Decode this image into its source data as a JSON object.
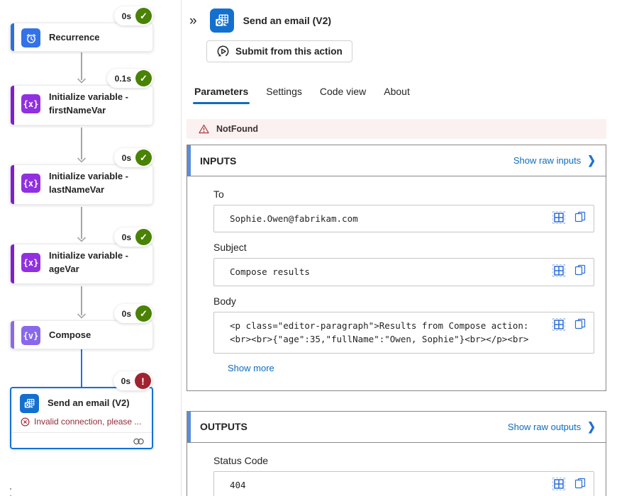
{
  "colors": {
    "brand_blue": "#0f6cbd",
    "selected_border_blue": "#1171d6",
    "recurrence_blue": "#3372e8",
    "variable_purple": "#9130e0",
    "compose_purple": "#8968ec",
    "outlook_blue": "#1470ce",
    "success_green": "#498205",
    "error_red": "#9f2430",
    "error_text": "#8f2b3a",
    "banner_bg": "#fbf1f1",
    "section_accent": "#5b8dd9"
  },
  "flow": {
    "nodes": [
      {
        "label": "Recurrence",
        "duration": "0s",
        "status": "success",
        "icon": "alarm-clock",
        "check": "✓"
      },
      {
        "label": "Initialize variable - firstNameVar",
        "duration": "0.1s",
        "status": "success",
        "icon_glyph": "{x}",
        "check": "✓"
      },
      {
        "label": "Initialize variable - lastNameVar",
        "duration": "0s",
        "status": "success",
        "icon_glyph": "{x}",
        "check": "✓"
      },
      {
        "label": "Initialize variable - ageVar",
        "duration": "0s",
        "status": "success",
        "icon_glyph": "{x}",
        "check": "✓"
      },
      {
        "label": "Compose",
        "duration": "0s",
        "status": "success",
        "icon_glyph": "{v}",
        "check": "✓"
      },
      {
        "label": "Send an email (V2)",
        "duration": "0s",
        "status": "error",
        "error_badge": "!",
        "error_message": "Invalid connection, please ..."
      }
    ]
  },
  "panel": {
    "collapse_icon": "»",
    "title": "Send an email (V2)",
    "submit_button_label": "Submit from this action",
    "tabs": [
      {
        "label": "Parameters",
        "active": true
      },
      {
        "label": "Settings",
        "active": false
      },
      {
        "label": "Code view",
        "active": false
      },
      {
        "label": "About",
        "active": false
      }
    ],
    "error_banner": {
      "text": "NotFound"
    },
    "inputs_section": {
      "heading": "INPUTS",
      "raw_link": "Show raw inputs",
      "chevron": "❯",
      "fields": [
        {
          "label": "To",
          "value": "Sophie.Owen@fabrikam.com"
        },
        {
          "label": "Subject",
          "value": "Compose results"
        },
        {
          "label": "Body",
          "value": "<p class=\"editor-paragraph\">Results from Compose action: <br><br>{\"age\":35,\"fullName\":\"Owen, Sophie\"}<br></p><br>"
        }
      ],
      "show_more_label": "Show more"
    },
    "outputs_section": {
      "heading": "OUTPUTS",
      "raw_link": "Show raw outputs",
      "chevron": "❯",
      "fields": [
        {
          "label": "Status Code",
          "value": "404"
        }
      ]
    }
  }
}
